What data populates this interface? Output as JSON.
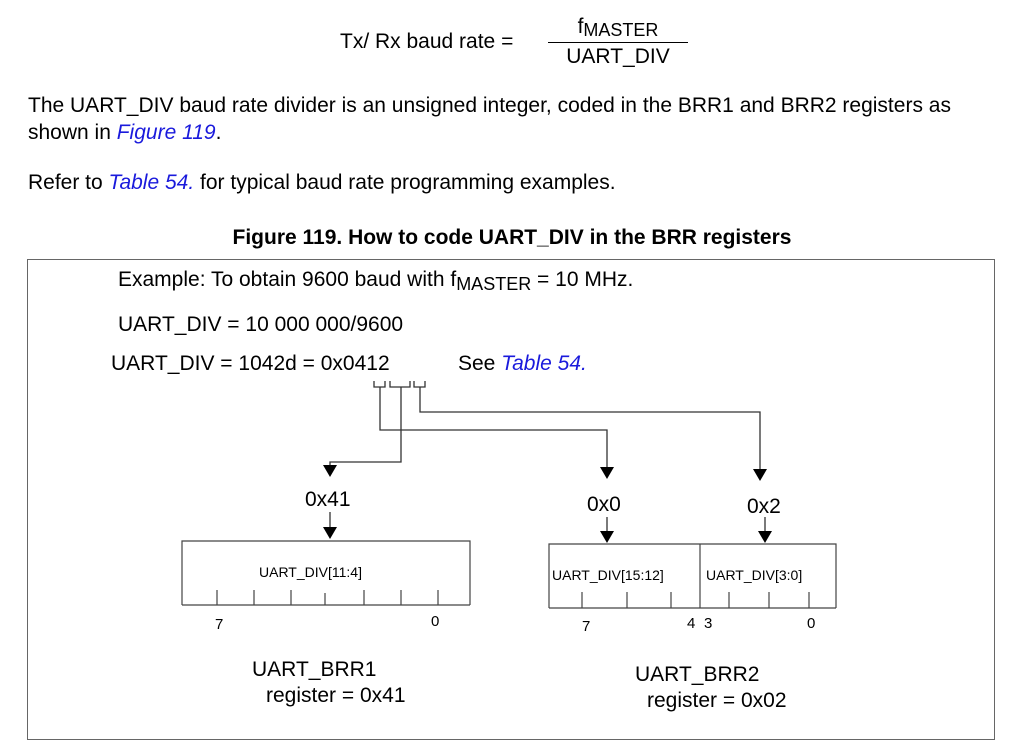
{
  "formula": {
    "lhs": "Tx/ Rx baud rate =",
    "numerator_base": "f",
    "numerator_sub": "MASTER",
    "denominator": "UART_DIV"
  },
  "paragraphs": {
    "p1_text": "The UART_DIV baud rate divider is an unsigned integer, coded in the BRR1 and BRR2 registers as shown in ",
    "p1_link": "Figure 119",
    "p1_end": ".",
    "p2_start": "Refer to ",
    "p2_link": "Table 54.",
    "p2_end": " for typical baud rate programming examples."
  },
  "figure": {
    "title": "Figure 119. How to code UART_DIV in the BRR registers",
    "example_start": "Example: To obtain 9600 baud with f",
    "example_sub": "MASTER",
    "example_end": " = 10 MHz.",
    "calc_line": "UART_DIV = 10 000 000/9600",
    "result_line": "UART_DIV = 1042d = 0x0412",
    "see_text": "See ",
    "see_link": "Table 54.",
    "brr1": {
      "value_label": "0x41",
      "field_label": "UART_DIV[11:4]",
      "bit_high": "7",
      "bit_low": "0",
      "name": "UART_BRR1",
      "register_line": "register = 0x41"
    },
    "brr2": {
      "value_high": "0x0",
      "value_low": "0x2",
      "field_high": "UART_DIV[15:12]",
      "field_low": "UART_DIV[3:0]",
      "bit_7": "7",
      "bit_4": "4",
      "bit_3": "3",
      "bit_0": "0",
      "name": "UART_BRR2",
      "register_line": "register = 0x02"
    }
  },
  "colors": {
    "link": "#1a1adc",
    "border": "#666666"
  }
}
